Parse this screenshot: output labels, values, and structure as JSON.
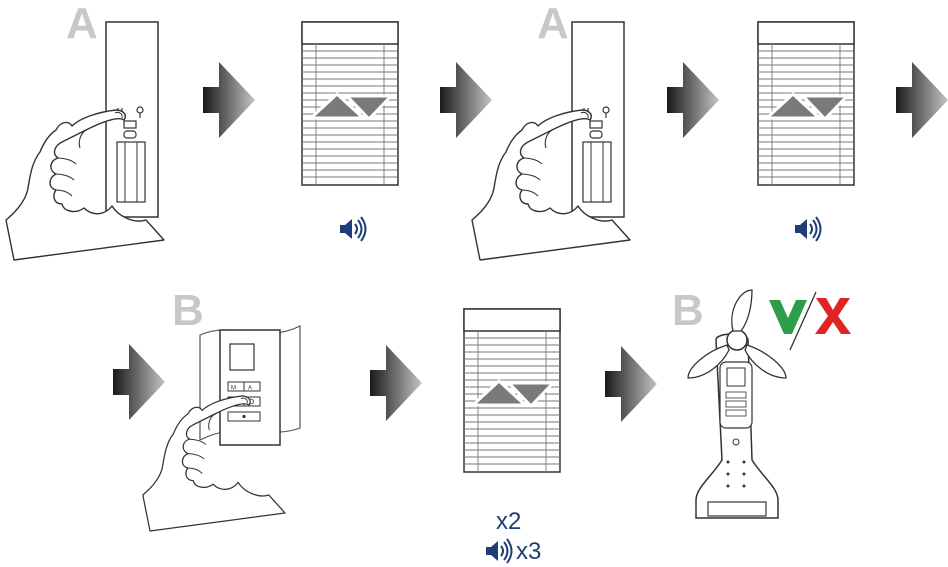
{
  "labels": {
    "step_a1": "A",
    "step_a2": "A",
    "step_b1": "B",
    "step_b2": "B",
    "repeat_count": "x2",
    "beep_count": "x3"
  },
  "colors": {
    "arrow_dark": "#1a1a1a",
    "arrow_light": "#bdbdbd",
    "step_letter": "#c8c8c8",
    "speaker": "#1f3d78",
    "check": "#2e9d4a",
    "cross": "#e02424",
    "line": "#333333"
  },
  "icons": {
    "flow_arrow": "arrow-right-icon",
    "sound": "speaker-icon",
    "confirm": "check-icon",
    "reject": "cross-icon",
    "hand": "pointing-hand-icon"
  },
  "sequence": [
    "press-button-a",
    "blind-moves-up-down-beep",
    "press-button-a",
    "blind-moves-up-down-beep",
    "press-up-on-remote-b",
    "blind-moves-up-down-twice-beep-3",
    "wind-sensor-b-confirm-or-reject"
  ]
}
